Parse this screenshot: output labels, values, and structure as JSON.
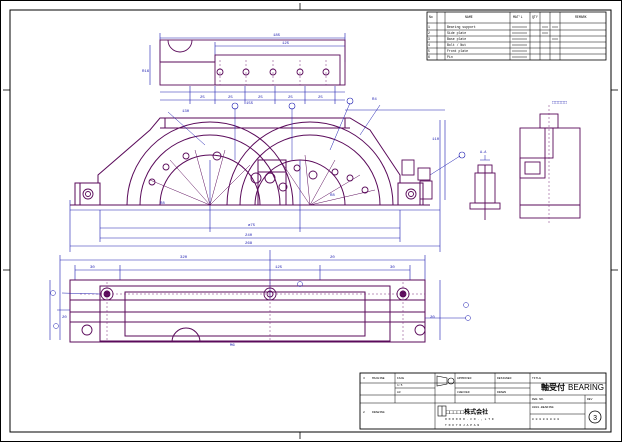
{
  "drawing": {
    "title_jp": "軸受付",
    "title_en": "BEARING",
    "company_name": "□□□□□株式会社"
  },
  "side_view": {
    "label": "□□□□□"
  },
  "colors": {
    "frame": "#000000",
    "part_outline": "#5a0a5a",
    "dimension": "#1c1cb0",
    "hidden": "#7a2a7a",
    "background": "#ffffff"
  }
}
